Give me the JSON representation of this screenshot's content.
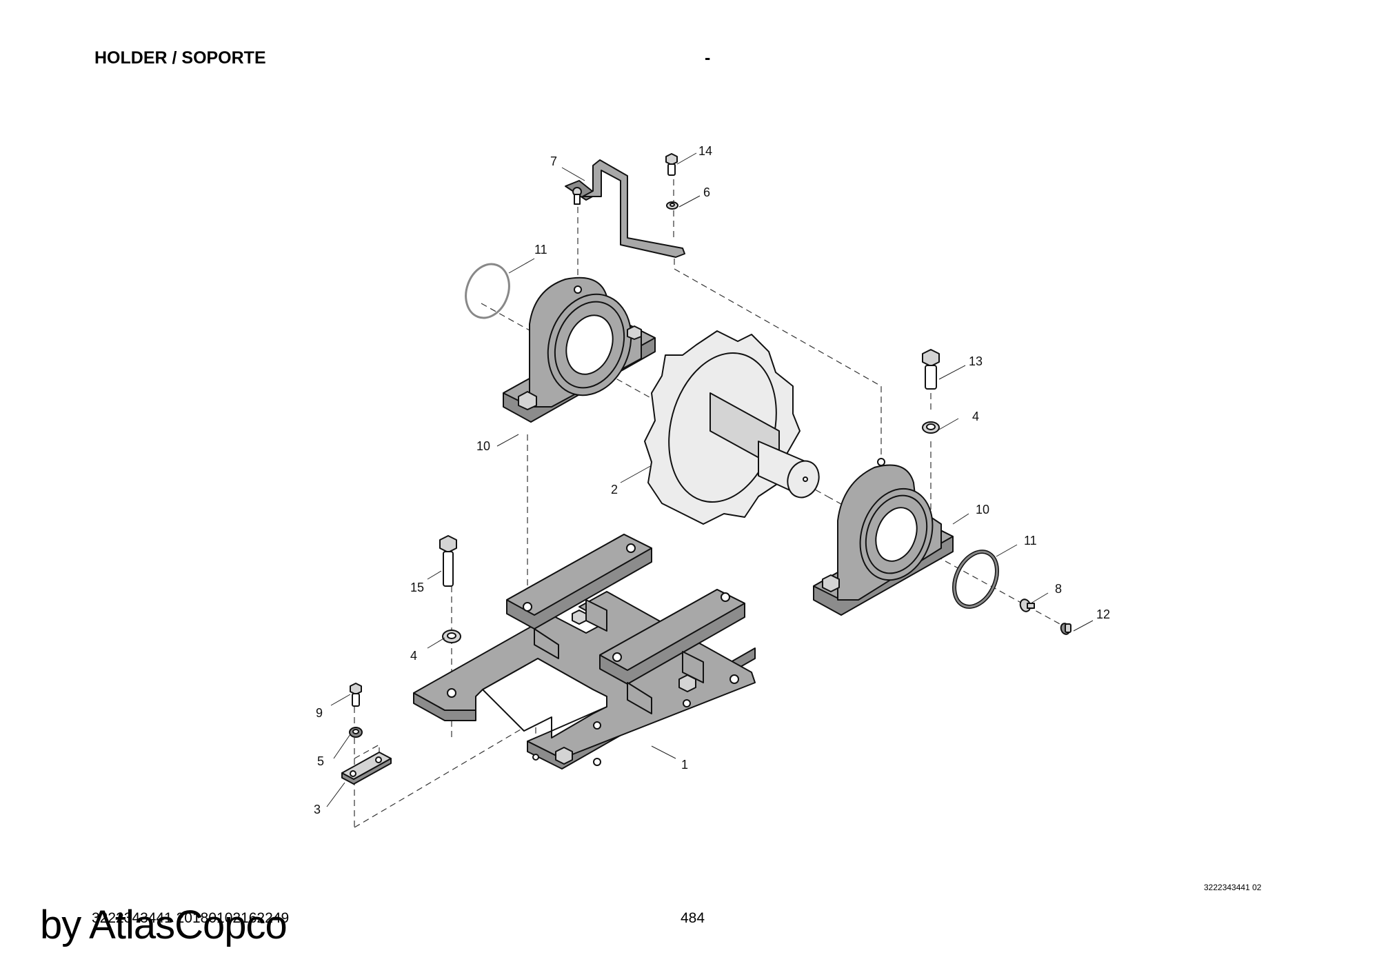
{
  "header": {
    "title": "HOLDER / SOPORTE",
    "separator": "-"
  },
  "diagram": {
    "drawing_code": "3222343441 02",
    "callouts": {
      "c1": "1",
      "c2": "2",
      "c3": "3",
      "c4a": "4",
      "c4b": "4",
      "c5": "5",
      "c6": "6",
      "c7": "7",
      "c8": "8",
      "c9": "9",
      "c10a": "10",
      "c10b": "10",
      "c11a": "11",
      "c11b": "11",
      "c12": "12",
      "c13": "13",
      "c14": "14",
      "c15": "15"
    },
    "colors": {
      "part_fill": "#a8a8a8",
      "sprocket_fill": "#ececec",
      "line": "#111111"
    }
  },
  "footer": {
    "document_code": "3222343441 20180102162249",
    "page_number": "484",
    "watermark": "by AtlasCopco"
  }
}
